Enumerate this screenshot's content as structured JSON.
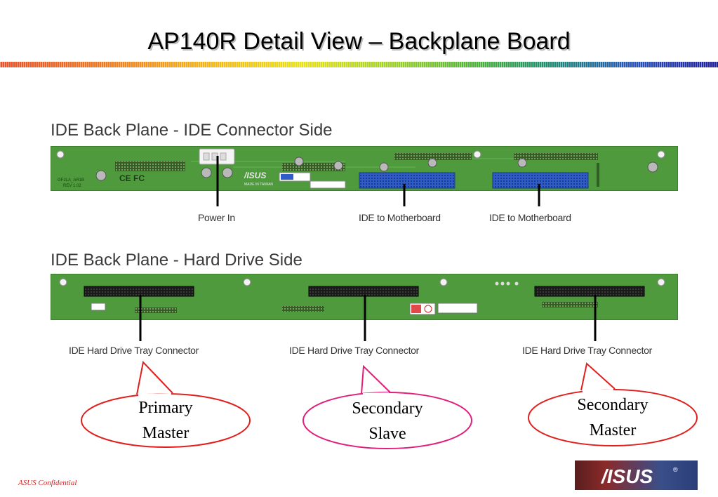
{
  "page": {
    "title": "AP140R Detail View – Backplane Board",
    "footer_text": "ASUS Confidential"
  },
  "section_top": {
    "title": "IDE Back Plane - IDE Connector Side",
    "labels": {
      "power_in": "Power In",
      "ide_to_mb_1": "IDE to Motherboard",
      "ide_to_mb_2": "IDE to Motherboard"
    },
    "board_text": {
      "brand": "/ISUS",
      "made_in": "MADE IN TAIWAN",
      "ce_fc": "CE FC",
      "part": "GF2LA_AR1B",
      "rev": "REV 1.02"
    }
  },
  "section_bottom": {
    "title": "IDE Back Plane - Hard Drive Side",
    "labels": {
      "tray_1": "IDE Hard Drive Tray Connector",
      "tray_2": "IDE Hard Drive Tray Connector",
      "tray_3": "IDE Hard Drive Tray Connector"
    }
  },
  "bubbles": {
    "primary_master": [
      "Primary",
      "Master"
    ],
    "secondary_slave": [
      "Secondary",
      "Slave"
    ],
    "secondary_master": [
      "Secondary",
      "Master"
    ]
  },
  "logo": {
    "text": "/ISUS",
    "registered": "®"
  },
  "colors": {
    "pcb": "#4f9a3c",
    "pcb_dark": "#3d7f2d",
    "ide_blue": "#2f5cc8",
    "bubble_red": "#e0201e",
    "bubble_pink": "#e0207a",
    "footer_red": "#cc2222"
  }
}
